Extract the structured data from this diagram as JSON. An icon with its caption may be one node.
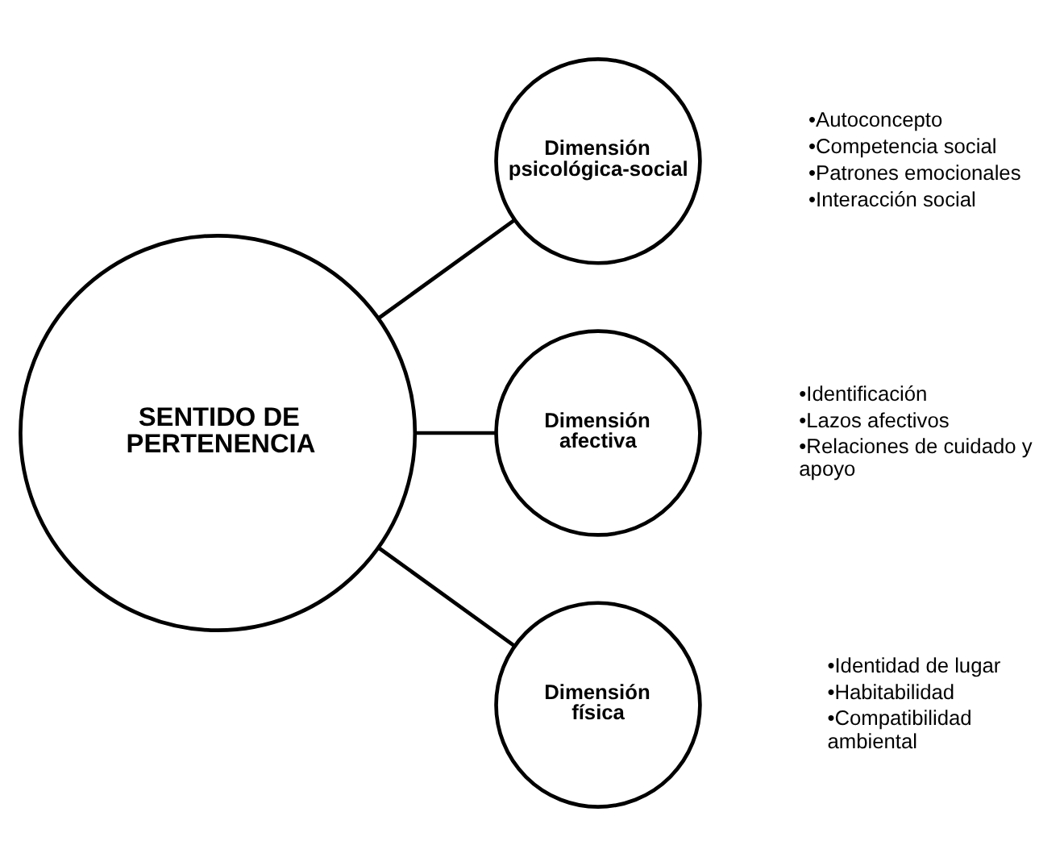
{
  "diagram": {
    "nodes": [
      {
        "text": [
          "SENTIDO DE PERTENENCIA"
        ]
      },
      {
        "text": [
          "Dimensión psicológica-social"
        ],
        "beside": [
          "•Autoconcepto",
          "•Competencia social",
          "•Patrones emocionales",
          "•Interacción social"
        ]
      },
      {
        "text": [
          "Dimensión afectiva"
        ],
        "beside": [
          "•Identificación",
          "•Lazos afectivos",
          "•Relaciones de cuidado y apoyo"
        ]
      },
      {
        "text": [
          "Dimensión física"
        ],
        "beside": [
          "•Identidad de lugar",
          "•Habitabilidad",
          "•Compatibilidad ambiental"
        ]
      }
    ],
    "edges": [
      {
        "from": 0,
        "to": 1,
        "arrow": "none"
      },
      {
        "from": 0,
        "to": 2,
        "arrow": "none"
      },
      {
        "from": 0,
        "to": 3,
        "arrow": "none"
      }
    ]
  }
}
